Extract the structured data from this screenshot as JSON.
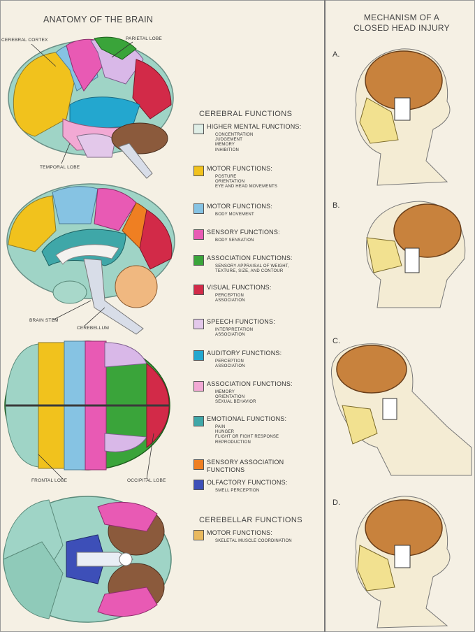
{
  "left_title": "ANATOMY OF THE BRAIN",
  "right_title_line1": "MECHANISM OF A",
  "right_title_line2": "CLOSED HEAD INJURY",
  "brain_labels": {
    "cerebral_cortex": "CEREBRAL CORTEX",
    "parietal_lobe": "PARIETAL LOBE",
    "temporal_lobe": "TEMPORAL LOBE",
    "brain_stem": "BRAIN STEM",
    "cerebellum": "CEREBELLUM",
    "frontal_lobe": "FRONTAL LOBE",
    "occipital_lobe": "OCCIPITAL LOBE"
  },
  "cerebral_heading": "CEREBRAL FUNCTIONS",
  "cerebellar_heading": "CEREBELLAR FUNCTIONS",
  "functions": [
    {
      "name": "HIGHER MENTAL FUNCTIONS:",
      "details": [
        "CONCENTRATION",
        "JUDGEMENT",
        "MEMORY",
        "INHIBITION"
      ],
      "color": "#dfeee6"
    },
    {
      "name": "MOTOR FUNCTIONS:",
      "details": [
        "POSTURE",
        "ORIENTATION",
        "EYE AND HEAD MOVEMENTS"
      ],
      "color": "#f1c21d"
    },
    {
      "name": "MOTOR FUNCTIONS:",
      "details": [
        "BODY MOVEMENT"
      ],
      "color": "#86c3e3"
    },
    {
      "name": "SENSORY FUNCTIONS:",
      "details": [
        "BODY SENSATION"
      ],
      "color": "#e85ab4"
    },
    {
      "name": "ASSOCIATION FUNCTIONS:",
      "details": [
        "SENSORY APPRAISAL OF WEIGHT,",
        "TEXTURE, SIZE, AND CONTOUR"
      ],
      "color": "#3aa43a"
    },
    {
      "name": "VISUAL FUNCTIONS:",
      "details": [
        "PERCEPTION",
        "ASSOCIATION"
      ],
      "color": "#d22a48"
    },
    {
      "name": "SPEECH FUNCTIONS:",
      "details": [
        "INTERPRETATION",
        "ASSOCIATION"
      ],
      "color": "#e3c8ea"
    },
    {
      "name": "AUDITORY FUNCTIONS:",
      "details": [
        "PERCEPTION",
        "ASSOCIATION"
      ],
      "color": "#23a7cf"
    },
    {
      "name": "ASSOCIATION FUNCTIONS:",
      "details": [
        "MEMORY",
        "ORIENTATION",
        "SEXUAL BEHAVIOR"
      ],
      "color": "#f2a9d4"
    },
    {
      "name": "EMOTIONAL FUNCTIONS:",
      "details": [
        "PAIN",
        "HUNGER",
        "FLIGHT OR FIGHT RESPONSE",
        "REPRODUCTION"
      ],
      "color": "#3fa7a8"
    },
    {
      "name": "SENSORY ASSOCIATION FUNCTIONS",
      "details": [],
      "color": "#ef7f22"
    },
    {
      "name": "OLFACTORY FUNCTIONS:",
      "details": [
        "SMELL PERCEPTION"
      ],
      "color": "#3d4fb8"
    },
    {
      "name": "MOTOR FUNCTIONS:",
      "details": [
        "SKELETAL MUSCLE COORDINATION"
      ],
      "color": "#e9b95f"
    }
  ],
  "panels": [
    "A.",
    "B.",
    "C.",
    "D."
  ]
}
